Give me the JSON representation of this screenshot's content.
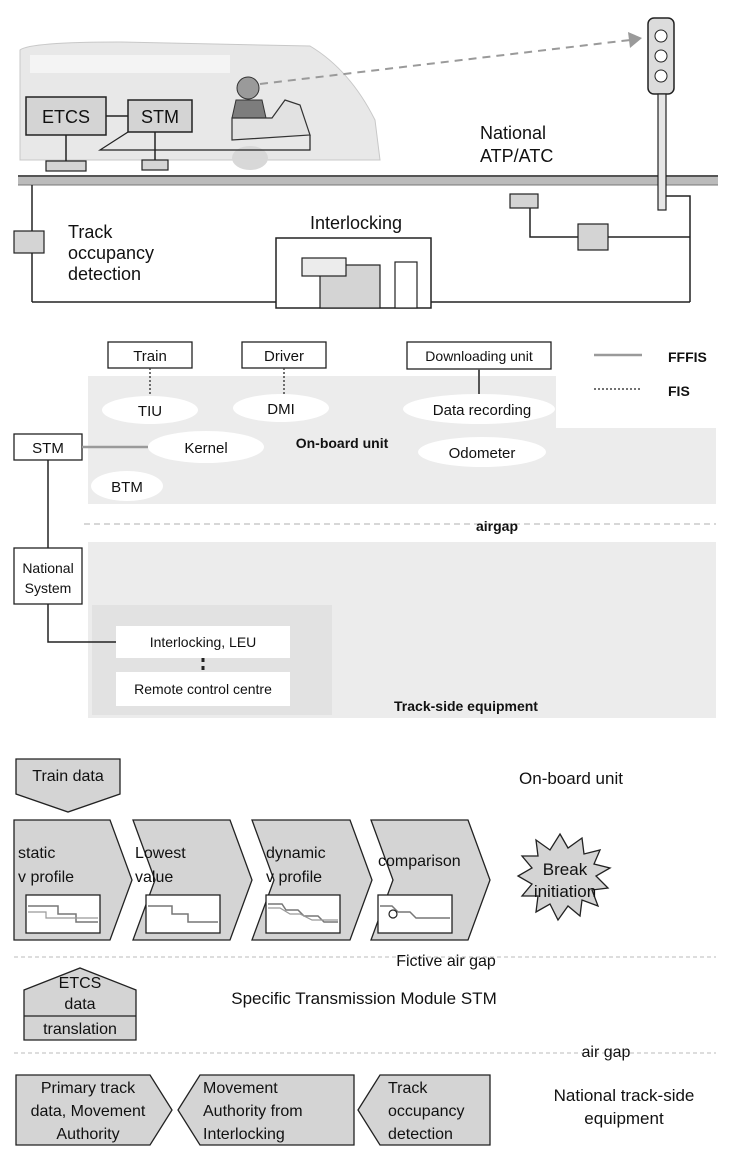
{
  "section1": {
    "etcs": "ETCS",
    "stm": "STM",
    "national_line1": "National",
    "national_line2": "ATP/ATC",
    "interlocking": "Interlocking",
    "track_line1": "Track",
    "track_line2": "occupancy",
    "track_line3": "detection"
  },
  "section2": {
    "train": "Train",
    "driver": "Driver",
    "downloading_unit": "Downloading unit",
    "legend_fffis": "FFFIS",
    "legend_fis": "FIS",
    "tiu": "TIU",
    "dmi": "DMI",
    "data_recording": "Data recording",
    "onboard_unit": "On-board unit",
    "stm": "STM",
    "kernel": "Kernel",
    "odometer": "Odometer",
    "btm": "BTM",
    "airgap": "airgap",
    "national_line1": "National",
    "national_line2": "System",
    "interlocking_leu": "Interlocking, LEU",
    "remote_control": "Remote control centre",
    "trackside": "Track-side equipment"
  },
  "section3": {
    "train_data": "Train data",
    "onboard_unit": "On-board unit",
    "static_line1": "static",
    "static_line2": "v profile",
    "lowest_line1": "Lowest",
    "lowest_line2": "value",
    "dynamic_line1": "dynamic",
    "dynamic_line2": "v profile",
    "comparison": "comparison",
    "break_line1": "Break",
    "break_line2": "initiation",
    "fictive_air_gap": "Fictive air gap",
    "etcs_line1": "ETCS",
    "etcs_line2": "data",
    "translation": "translation",
    "stm_module": "Specific Transmission Module STM",
    "air_gap": "air gap",
    "primary_line1": "Primary track",
    "primary_line2": "data, Movement",
    "primary_line3": "Authority",
    "movement_line1": "Movement",
    "movement_line2": "Authority from",
    "movement_line3": "Interlocking",
    "trackocc_line1": "Track",
    "trackocc_line2": "occupancy",
    "trackocc_line3": "detection",
    "national_line1": "National track-side",
    "national_line2": "equipment"
  },
  "colors": {
    "box_fill": "#d4d4d4",
    "panel_fill": "#ececec",
    "line": "#222222",
    "fffis_line": "#9a9a9a"
  }
}
